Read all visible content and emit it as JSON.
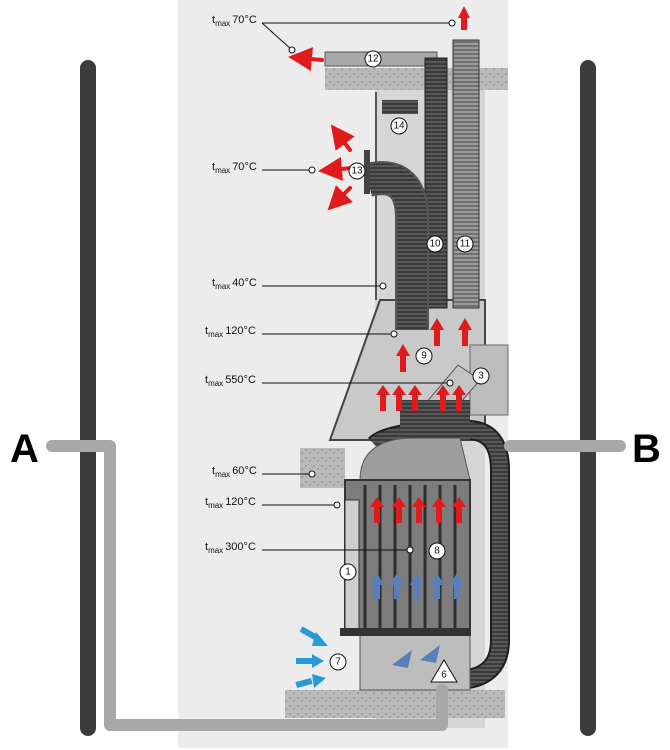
{
  "section": {
    "left_label": "A",
    "right_label": "B"
  },
  "temperatures": [
    {
      "prefix": "t",
      "sub": "max",
      "value": "70",
      "unit": "°C"
    },
    {
      "prefix": "t",
      "sub": "max",
      "value": "70",
      "unit": "°C"
    },
    {
      "prefix": "t",
      "sub": "max",
      "value": "40",
      "unit": "°C"
    },
    {
      "prefix": "t",
      "sub": "max",
      "value": "120",
      "unit": "°C"
    },
    {
      "prefix": "t",
      "sub": "max",
      "value": "550",
      "unit": "°C"
    },
    {
      "prefix": "t",
      "sub": "max",
      "value": "60",
      "unit": "°C"
    },
    {
      "prefix": "t",
      "sub": "max",
      "value": "120",
      "unit": "°C"
    },
    {
      "prefix": "t",
      "sub": "max",
      "value": "300",
      "unit": "°C"
    }
  ],
  "markers": [
    "1",
    "3",
    "6",
    "7",
    "8",
    "9",
    "10",
    "11",
    "12",
    "13",
    "14"
  ],
  "colors": {
    "hot_arrow": "#e01b1b",
    "cold_arrow": "#2a9ad6",
    "inner_cold_arrow": "#5a7fb8",
    "wall": "#3b3b3b",
    "section_line": "#a8a8a8",
    "duct": "#2a2a2a"
  }
}
